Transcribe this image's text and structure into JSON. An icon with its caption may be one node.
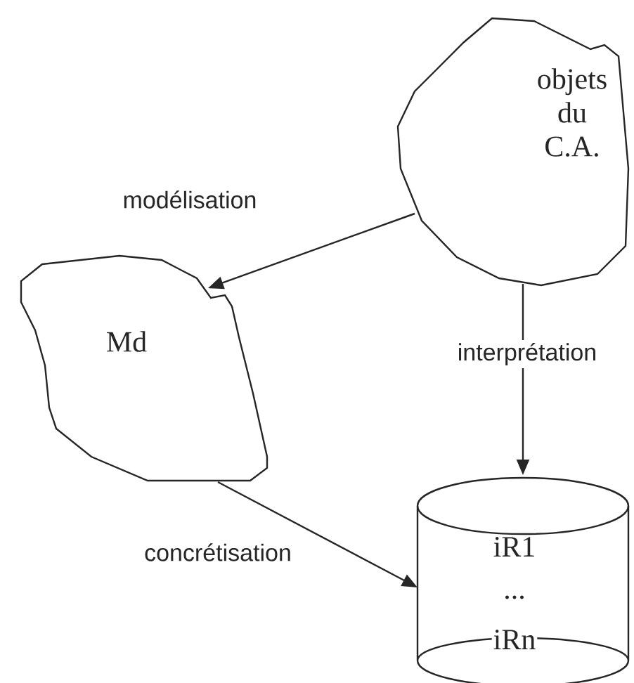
{
  "diagram": {
    "nodes": [
      {
        "text": [
          "objets du C.A."
        ]
      },
      {
        "text": [
          "Md"
        ]
      },
      {
        "text": [
          "iR1",
          "...",
          "iRn"
        ]
      }
    ],
    "edges": [
      {
        "from": 0,
        "to": 1,
        "arrow": "to",
        "label": "modélisation"
      },
      {
        "from": 0,
        "to": 2,
        "arrow": "to",
        "label": "interprétation"
      },
      {
        "from": 1,
        "to": 2,
        "arrow": "to",
        "label": "concrétisation"
      }
    ]
  }
}
